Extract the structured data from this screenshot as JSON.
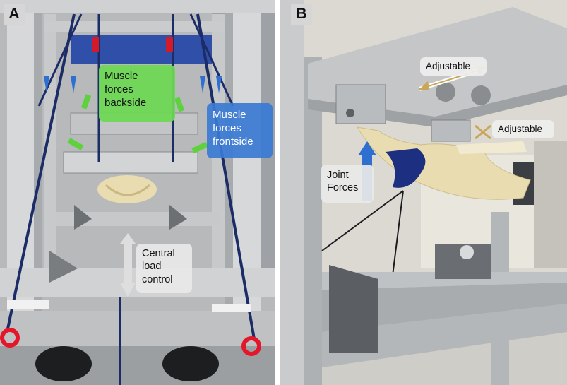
{
  "panels": [
    {
      "letter": "A",
      "labels": {
        "muscle_back": [
          "Muscle",
          "forces",
          "backside"
        ],
        "muscle_front": [
          "Muscle",
          "forces",
          "frontside"
        ],
        "central_load": [
          "Central",
          "load",
          "control"
        ]
      }
    },
    {
      "letter": "B",
      "labels": {
        "adjustable_top": "Adjustable",
        "adjustable_right": "Adjustable",
        "joint_forces": [
          "Joint",
          "Forces"
        ]
      }
    }
  ],
  "colors": {
    "muscle_back": "#6cd854",
    "muscle_front": "#3a7ad4",
    "central_load": "#e8e8e8",
    "joint_arrow": "#2f6fd0",
    "rope": "#1b2c66"
  }
}
